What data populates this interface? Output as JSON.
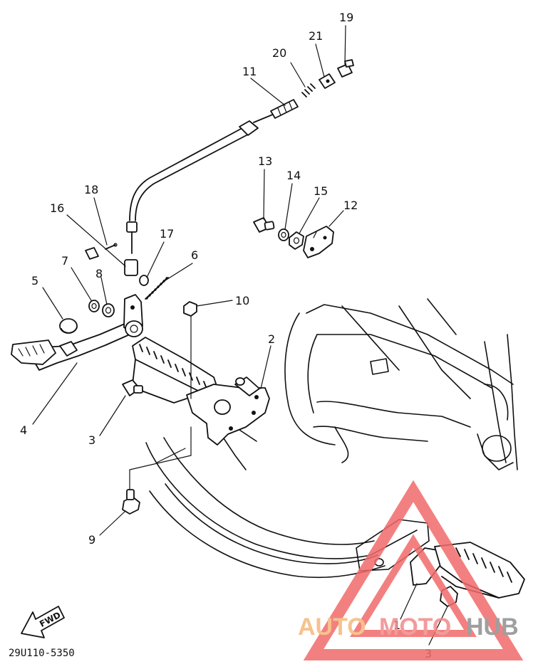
{
  "diagram": {
    "code": "29U110-5350",
    "fwd_label": "FWD",
    "callouts": [
      {
        "id": "1",
        "text": "1"
      },
      {
        "id": "2",
        "text": "2"
      },
      {
        "id": "3a",
        "text": "3"
      },
      {
        "id": "3b",
        "text": "3"
      },
      {
        "id": "4",
        "text": "4"
      },
      {
        "id": "5",
        "text": "5"
      },
      {
        "id": "6",
        "text": "6"
      },
      {
        "id": "7",
        "text": "7"
      },
      {
        "id": "8",
        "text": "8"
      },
      {
        "id": "9",
        "text": "9"
      },
      {
        "id": "10",
        "text": "10"
      },
      {
        "id": "11",
        "text": "11"
      },
      {
        "id": "12",
        "text": "12"
      },
      {
        "id": "13",
        "text": "13"
      },
      {
        "id": "14",
        "text": "14"
      },
      {
        "id": "15",
        "text": "15"
      },
      {
        "id": "16",
        "text": "16"
      },
      {
        "id": "17",
        "text": "17"
      },
      {
        "id": "18",
        "text": "18"
      },
      {
        "id": "19",
        "text": "19"
      },
      {
        "id": "20",
        "text": "20"
      },
      {
        "id": "21",
        "text": "21"
      }
    ]
  },
  "watermark": {
    "word_part1": "AUTO",
    "word_part2": "MOTO",
    "word_part3": "HUB",
    "colors": {
      "part1": "#f5b87a",
      "part2": "#f08a8a",
      "part3": "#8f8f8f",
      "triangle": "#f26b6b"
    }
  }
}
